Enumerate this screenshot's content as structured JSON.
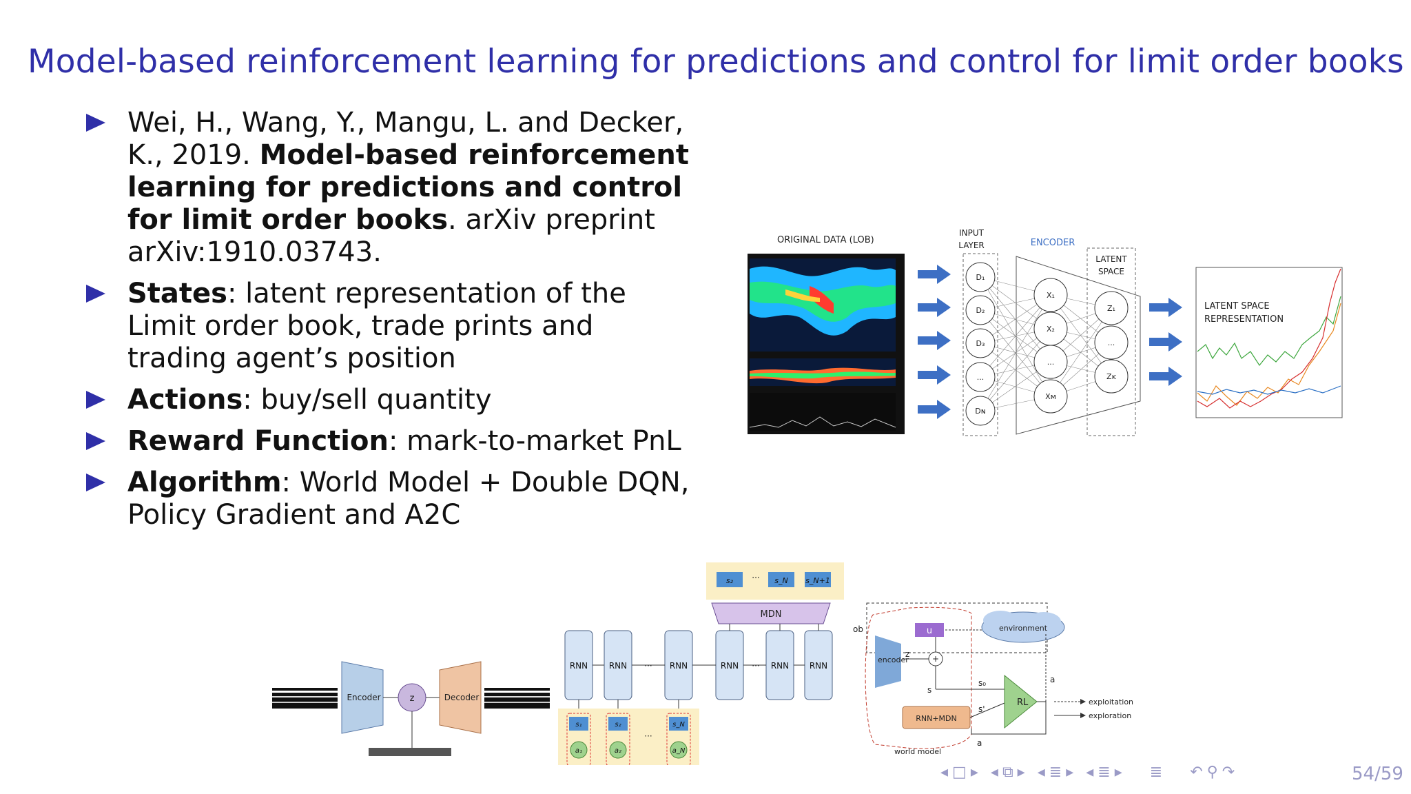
{
  "title": "Model-based reinforcement learning for predictions and control for limit order books",
  "bullets": [
    {
      "lead": "Wei, H., Wang, Y., Mangu, L. and Decker, K., 2019. ",
      "bold": "Model-based reinforcement learning for predictions and control for limit order books",
      "tail": ". arXiv preprint arXiv:1910.03743."
    },
    {
      "bold": "States",
      "tail": ": latent representation of the Limit order book, trade prints and trading agent’s position"
    },
    {
      "bold": "Actions",
      "tail": ": buy/sell quantity"
    },
    {
      "bold": "Reward Function",
      "tail": ": mark-to-market PnL"
    },
    {
      "bold": "Algorithm",
      "tail": ": World Model + Double DQN, Policy Gradient and A2C"
    }
  ],
  "fig_top": {
    "original_data": "ORIGINAL DATA (LOB)",
    "input_layer_1": "INPUT",
    "input_layer_2": "LAYER",
    "encoder": "ENCODER",
    "latent_1": "LATENT",
    "latent_2": "SPACE",
    "latent_rep_1": "LATENT SPACE",
    "latent_rep_2": "REPRESENTATION",
    "d_nodes": [
      "D₁",
      "D₂",
      "D₃",
      "...",
      "Dɴ"
    ],
    "x_nodes": [
      "X₁",
      "X₂",
      "...",
      "Xᴍ"
    ],
    "z_nodes": [
      "Z₁",
      "...",
      "Zᴋ"
    ]
  },
  "fig_bottom": {
    "encoder": "Encoder",
    "z": "z",
    "decoder": "Decoder",
    "rnn": "RNN",
    "mdn": "MDN",
    "dots": "···",
    "s_top": [
      "s₂",
      "s_N",
      "s_N+1"
    ],
    "s_bottom": [
      "s₁",
      "s₂",
      "s_N"
    ],
    "a_bottom": [
      "a₁",
      "a₂",
      "a_N"
    ]
  },
  "fig_right": {
    "ob": "ob",
    "u": "u",
    "environment": "environment",
    "encoder": "encoder",
    "z": "z",
    "plus": "+",
    "s": "s",
    "s0": "s₀",
    "s_prime": "s'",
    "rl": "RL",
    "rnn_mdn": "RNN+MDN",
    "a": "a",
    "exploitation": "exploitation",
    "exploration": "exploration",
    "world_model": "world model"
  },
  "page_number": "54/59",
  "colors": {
    "title": "#2f2fa8",
    "nav": "#9a9ac6",
    "arrow": "#3d6fc4"
  }
}
